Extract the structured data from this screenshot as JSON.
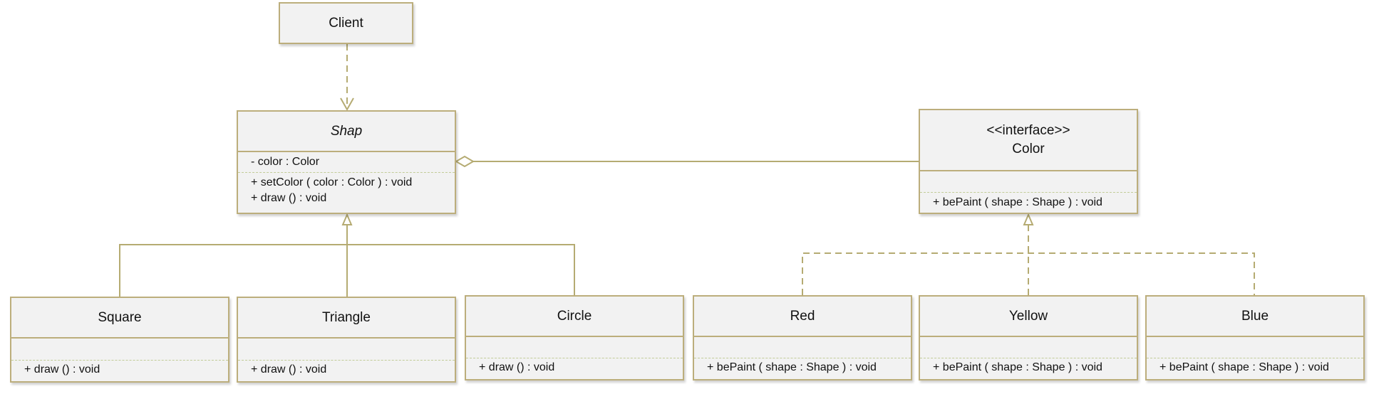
{
  "client": {
    "name": "Client"
  },
  "shap": {
    "name": "Shap",
    "attributes": [
      "- color : Color"
    ],
    "operations": [
      "+ setColor ( color : Color ) : void",
      "+ draw () : void"
    ]
  },
  "color": {
    "stereotype": "<<interface>>",
    "name": "Color",
    "operations": [
      "+ bePaint ( shape : Shape ) : void"
    ]
  },
  "square": {
    "name": "Square",
    "operations": [
      "+ draw () : void"
    ]
  },
  "triangle": {
    "name": "Triangle",
    "operations": [
      "+ draw () : void"
    ]
  },
  "circle": {
    "name": "Circle",
    "operations": [
      "+ draw () : void"
    ]
  },
  "red": {
    "name": "Red",
    "operations": [
      "+ bePaint ( shape : Shape ) : void"
    ]
  },
  "yellow": {
    "name": "Yellow",
    "operations": [
      "+ bePaint ( shape : Shape ) : void"
    ]
  },
  "blue": {
    "name": "Blue",
    "operations": [
      "+ bePaint ( shape : Shape ) : void"
    ]
  },
  "colors": {
    "border": "#bcae7c",
    "fill": "#f2f2f2",
    "separator": "#c2cc98",
    "connector": "#b5ab72"
  }
}
